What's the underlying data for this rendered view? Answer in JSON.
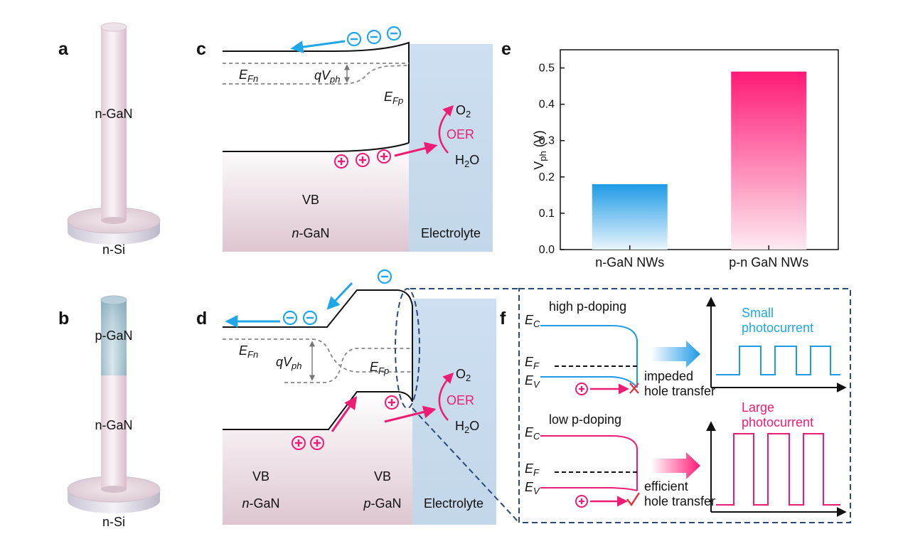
{
  "panels": {
    "a": {
      "letter": "a",
      "nw_label": "n-GaN",
      "substrate_label": "n-Si"
    },
    "b": {
      "letter": "b",
      "top_label": "p-GaN",
      "nw_label": "n-GaN",
      "substrate_label": "n-Si"
    },
    "c": {
      "letter": "c",
      "efn": "E",
      "efn_sub": "Fn",
      "qvph_q": "qV",
      "qvph_sub": "ph",
      "efp": "E",
      "efp_sub": "Fp",
      "o2": "O",
      "o2_sub": "2",
      "oer": "OER",
      "h2o_h": "H",
      "h2o_sub": "2",
      "h2o_o": "O",
      "vb": "VB",
      "ngan_italic": "n",
      "ngan_rest": "-GaN",
      "electrolyte": "Electrolyte"
    },
    "d": {
      "letter": "d",
      "efn": "E",
      "efn_sub": "Fn",
      "qvph_q": "qV",
      "qvph_sub": "ph",
      "efp": "E",
      "efp_sub": "Fp",
      "o2": "O",
      "o2_sub": "2",
      "oer": "OER",
      "h2o_h": "H",
      "h2o_sub": "2",
      "h2o_o": "O",
      "vb_left": "VB",
      "vb_right": "VB",
      "ngan_italic": "n",
      "ngan_rest": "-GaN",
      "pgan_italic": "p",
      "pgan_rest": "-GaN",
      "electrolyte": "Electrolyte"
    },
    "f": {
      "letter": "f",
      "top_title": "high p-doping",
      "bottom_title": "low p-doping",
      "ec": "E",
      "ec_sub": "C",
      "ef": "E",
      "ef_sub": "F",
      "ev": "E",
      "ev_sub": "V",
      "impeded_1": "impeded",
      "impeded_2": "hole transfer",
      "efficient_1": "efficient",
      "efficient_2": "hole transfer",
      "small_1": "Small",
      "small_2": "photocurrent",
      "large_1": "Large",
      "large_2": "photocurrent"
    }
  },
  "chart_data": {
    "type": "bar",
    "panel_letter": "e",
    "categories": [
      "n-GaN NWs",
      "p-n GaN NWs"
    ],
    "values": [
      0.18,
      0.49
    ],
    "ylabel_main": "V",
    "ylabel_sub": "ph",
    "ylabel_unit": " (V)",
    "ylim": [
      0.0,
      0.55
    ],
    "yticks": [
      "0.0",
      "0.1",
      "0.2",
      "0.3",
      "0.4",
      "0.5"
    ],
    "colors": [
      "#1e9be6",
      "#ff1a75"
    ],
    "grid": false
  }
}
